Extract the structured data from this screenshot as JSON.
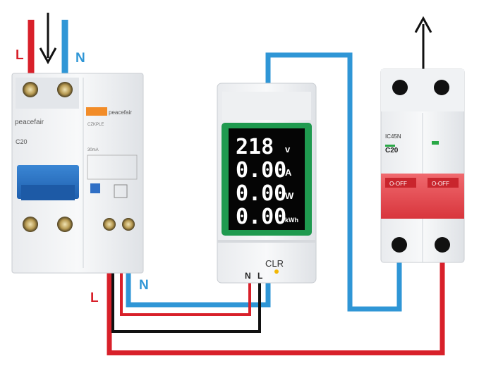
{
  "labels": {
    "top_L": "L",
    "top_N": "N",
    "bottom_L": "L",
    "bottom_N": "N"
  },
  "rcbo": {
    "brand_left": "peacefair",
    "brand_right": "peacefair",
    "model_left": "C20",
    "model_right": "CZKPLE",
    "rating": "30mA"
  },
  "meter": {
    "readings": [
      {
        "value": "218",
        "unit": "v"
      },
      {
        "value": "0.00",
        "unit": "A"
      },
      {
        "value": "0.00",
        "unit": "W"
      },
      {
        "value": "0.00",
        "unit": "kWh"
      }
    ],
    "clr_label": "CLR",
    "term_N": "N",
    "term_L": "L"
  },
  "breaker": {
    "model": "IC45N",
    "rating": "C20",
    "toggle_left": "O-OFF",
    "toggle_right": "O-OFF"
  },
  "colors": {
    "live_wire": "#d8202a",
    "neutral_wire": "#2f96d6",
    "load_wire": "#111111",
    "meter_bezel": "#1f9a4f",
    "breaker_toggle": "#e0444a"
  }
}
